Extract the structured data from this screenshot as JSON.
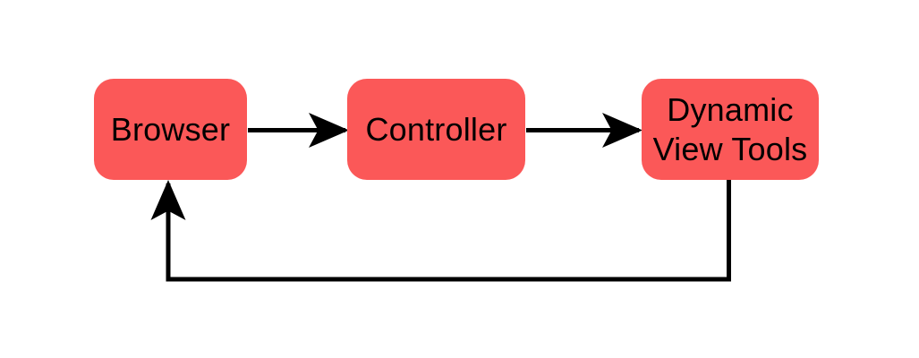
{
  "diagram": {
    "type": "flow-diagram",
    "background_color": "#ffffff",
    "node_fill_color": "#fb5858",
    "node_text_color": "#000000",
    "edge_color": "#000000",
    "nodes": [
      {
        "id": "browser",
        "label": "Browser"
      },
      {
        "id": "controller",
        "label": "Controller"
      },
      {
        "id": "dynamic-view-tools",
        "label": "Dynamic\nView Tools"
      }
    ],
    "edges": [
      {
        "id": "browser-to-controller",
        "from": "Browser",
        "to": "Controller",
        "style": "straight-arrow",
        "direction": "right"
      },
      {
        "id": "controller-to-dynamic-view-tools",
        "from": "Controller",
        "to": "Dynamic View Tools",
        "style": "straight-arrow",
        "direction": "right"
      },
      {
        "id": "dynamic-view-tools-to-browser",
        "from": "Dynamic View Tools",
        "to": "Browser",
        "style": "orthogonal-feedback-arrow",
        "direction": "up"
      }
    ]
  }
}
